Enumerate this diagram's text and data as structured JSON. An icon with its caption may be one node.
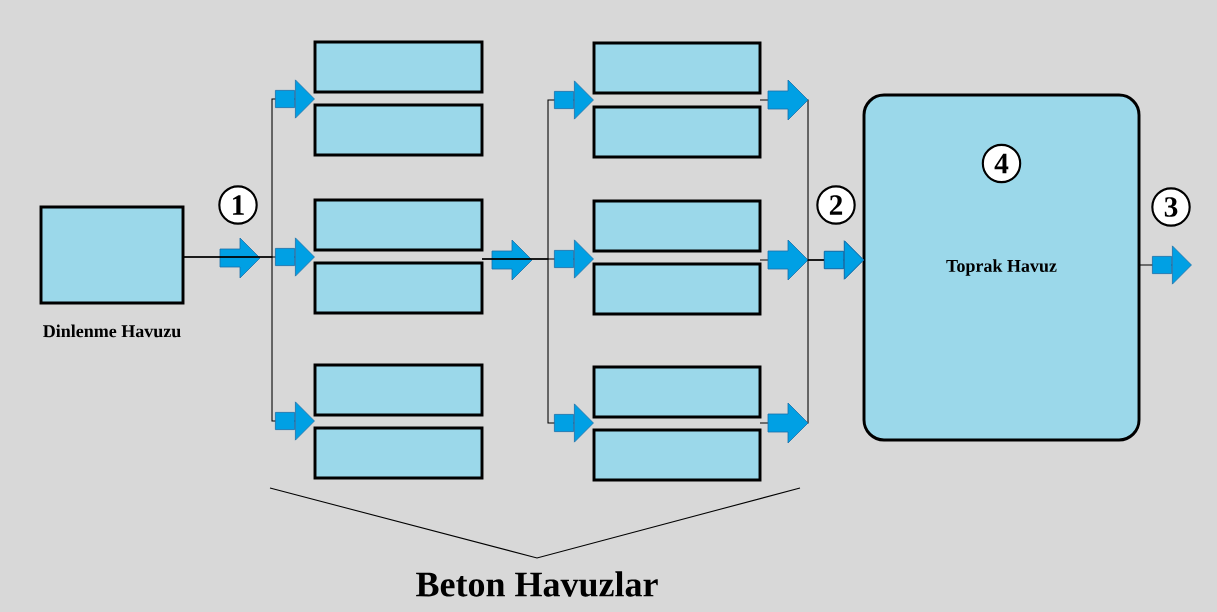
{
  "diagram": {
    "nodes": [
      {
        "text": [
          "Dinlenme Havuzu"
        ]
      },
      {
        "text": [
          "1"
        ]
      },
      {
        "text": [],
        "shape": "box"
      },
      {
        "text": [],
        "shape": "box"
      },
      {
        "text": [],
        "shape": "box"
      },
      {
        "text": [],
        "shape": "box"
      },
      {
        "text": [],
        "shape": "box"
      },
      {
        "text": [],
        "shape": "box"
      },
      {
        "text": [],
        "shape": "box"
      },
      {
        "text": [],
        "shape": "box"
      },
      {
        "text": [],
        "shape": "box"
      },
      {
        "text": [],
        "shape": "box"
      },
      {
        "text": [],
        "shape": "box"
      },
      {
        "text": [],
        "shape": "box"
      },
      {
        "text": [
          "2"
        ]
      },
      {
        "text": [
          "Toprak Havuz"
        ]
      },
      {
        "text": [
          "4"
        ],
        "in": 15
      },
      {
        "text": [
          "3"
        ]
      }
    ],
    "edges": [
      {
        "from": 0,
        "to": 2,
        "arrow": "to"
      },
      {
        "from": 0,
        "to": 3,
        "arrow": "to"
      },
      {
        "from": 0,
        "to": 4,
        "arrow": "to"
      },
      {
        "from": 0,
        "to": 5,
        "arrow": "to"
      },
      {
        "from": 0,
        "to": 6,
        "arrow": "to"
      },
      {
        "from": 0,
        "to": 7,
        "arrow": "to"
      },
      {
        "from": 4,
        "to": 8,
        "arrow": "to"
      },
      {
        "from": 5,
        "to": 8,
        "arrow": "to"
      },
      {
        "from": 4,
        "to": 9,
        "arrow": "to"
      },
      {
        "from": 5,
        "to": 9,
        "arrow": "to"
      },
      {
        "from": 4,
        "to": 10,
        "arrow": "to"
      },
      {
        "from": 5,
        "to": 10,
        "arrow": "to"
      },
      {
        "from": 4,
        "to": 11,
        "arrow": "to"
      },
      {
        "from": 5,
        "to": 11,
        "arrow": "to"
      },
      {
        "from": 4,
        "to": 12,
        "arrow": "to"
      },
      {
        "from": 5,
        "to": 12,
        "arrow": "to"
      },
      {
        "from": 4,
        "to": 13,
        "arrow": "to"
      },
      {
        "from": 5,
        "to": 13,
        "arrow": "to"
      },
      {
        "from": 8,
        "to": 15,
        "arrow": "to"
      },
      {
        "from": 9,
        "to": 15,
        "arrow": "to"
      },
      {
        "from": 10,
        "to": 15,
        "arrow": "to"
      },
      {
        "from": 11,
        "to": 15,
        "arrow": "to"
      },
      {
        "from": 12,
        "to": 15,
        "arrow": "to"
      },
      {
        "from": 13,
        "to": 15,
        "arrow": "to"
      },
      {
        "from": 15,
        "to": null,
        "arrow": "to"
      }
    ],
    "labels": [
      "Beton Havuzlar"
    ]
  }
}
